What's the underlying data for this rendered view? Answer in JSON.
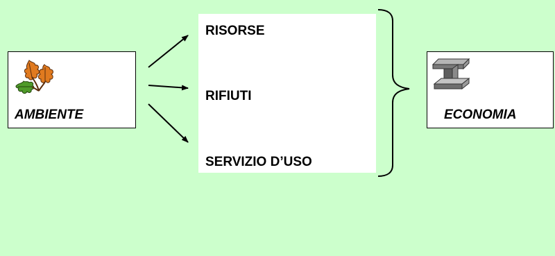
{
  "diagram": {
    "source": {
      "label": "AMBIENTE",
      "icon": "oak-leaves-icon"
    },
    "flows": [
      {
        "label": "RISORSE"
      },
      {
        "label": "RIFIUTI"
      },
      {
        "label": "SERVIZIO D’USO"
      }
    ],
    "target": {
      "label": "ECONOMIA",
      "icon": "steel-i-beam-icon"
    },
    "colors": {
      "background": "#ccffcc",
      "box": "#ffffff",
      "ink": "#000000",
      "leaf_orange": "#e07a1f",
      "leaf_green": "#4f9a2a",
      "beam_gray": "#8a8a8a"
    }
  }
}
